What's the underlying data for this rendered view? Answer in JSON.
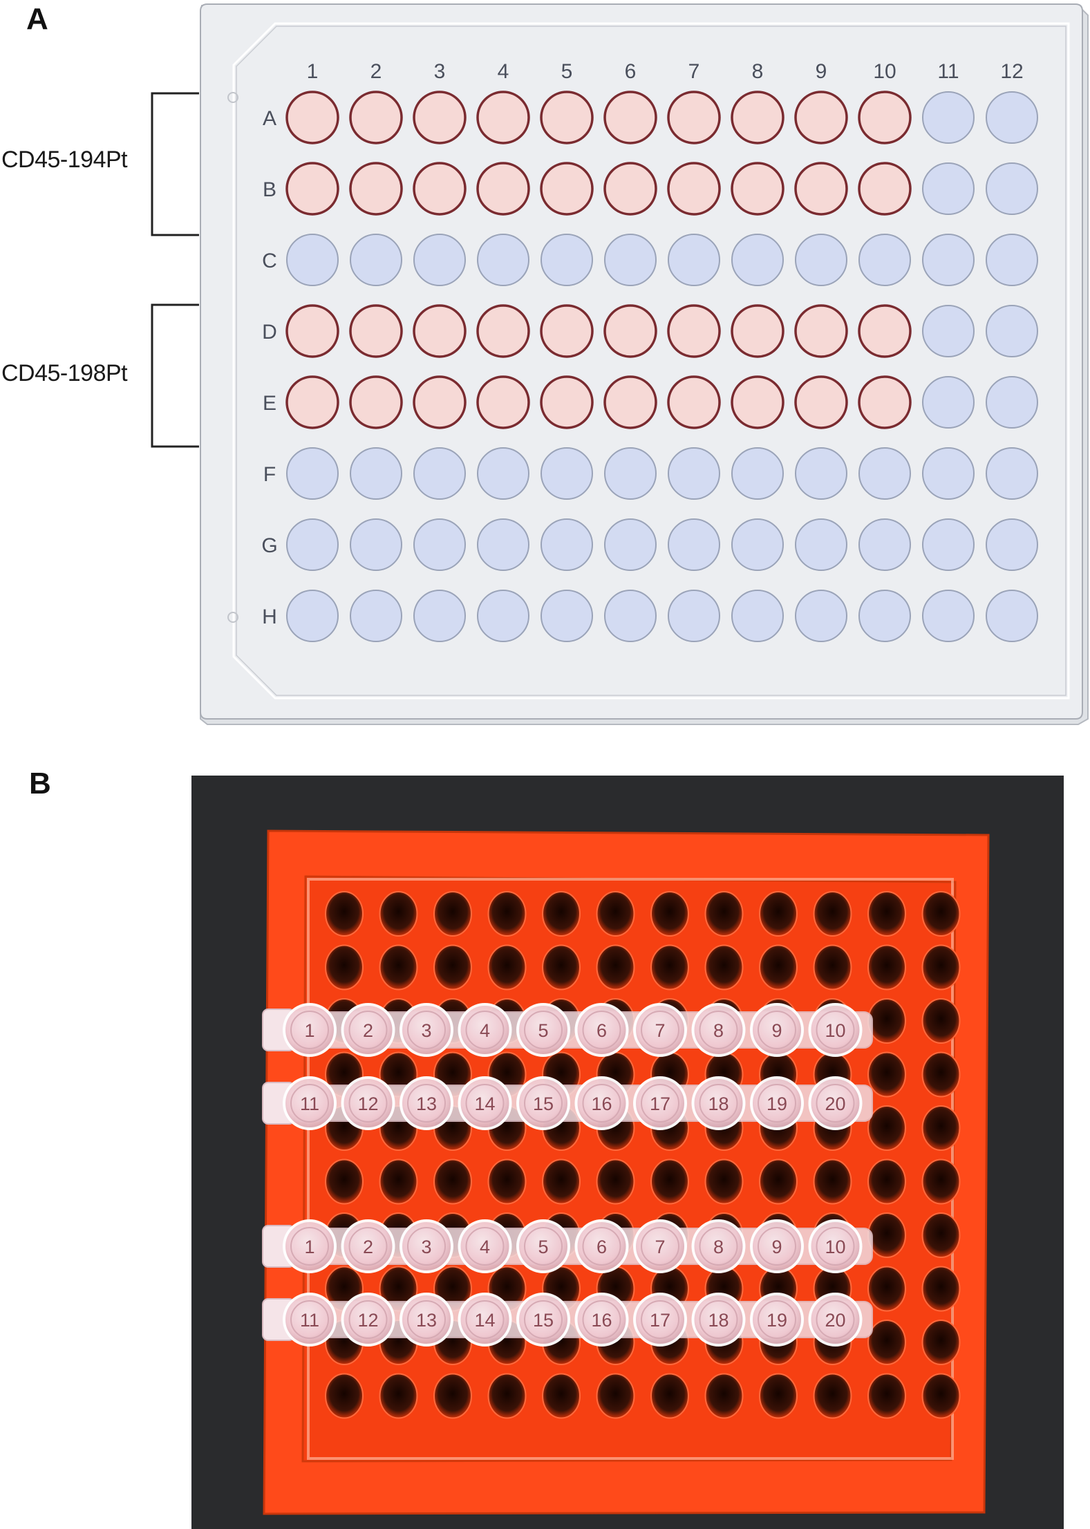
{
  "panels": [
    {
      "letter": "A"
    },
    {
      "letter": "B"
    }
  ],
  "plate": {
    "columns": [
      "1",
      "2",
      "3",
      "4",
      "5",
      "6",
      "7",
      "8",
      "9",
      "10",
      "11",
      "12"
    ],
    "rows": [
      "A",
      "B",
      "C",
      "D",
      "E",
      "F",
      "G",
      "H"
    ],
    "filled_rows": [
      "A",
      "B",
      "D",
      "E"
    ],
    "filled_columns": 10,
    "groups": [
      {
        "label": "CD45-194Pt",
        "rows": [
          "A",
          "B"
        ]
      },
      {
        "label": "CD45-198Pt",
        "rows": [
          "D",
          "E"
        ]
      }
    ],
    "colors": {
      "filled_well_fill": "#f6d9d6",
      "filled_well_stroke": "#7a2b30",
      "empty_well_fill": "#d3dbf2",
      "empty_well_stroke": "#9aa3b8",
      "plate_fill": "#eceef1",
      "plate_stroke": "#a9adb5"
    }
  },
  "photo": {
    "strips": [
      {
        "caps": [
          "1",
          "2",
          "3",
          "4",
          "5",
          "6",
          "7",
          "8",
          "9",
          "10"
        ]
      },
      {
        "caps": [
          "11",
          "12",
          "13",
          "14",
          "15",
          "16",
          "17",
          "18",
          "19",
          "20"
        ]
      },
      {
        "caps": [
          "1",
          "2",
          "3",
          "4",
          "5",
          "6",
          "7",
          "8",
          "9",
          "10"
        ]
      },
      {
        "caps": [
          "11",
          "12",
          "13",
          "14",
          "15",
          "16",
          "17",
          "18",
          "19",
          "20"
        ]
      }
    ],
    "colors": {
      "background": "#2a2b2d",
      "rack": "#ff4a1a",
      "rack_dark": "#e23a0c",
      "hole": "#2b0e06",
      "cap": "#f3d9de",
      "cap_text": "#8a4a55"
    }
  }
}
